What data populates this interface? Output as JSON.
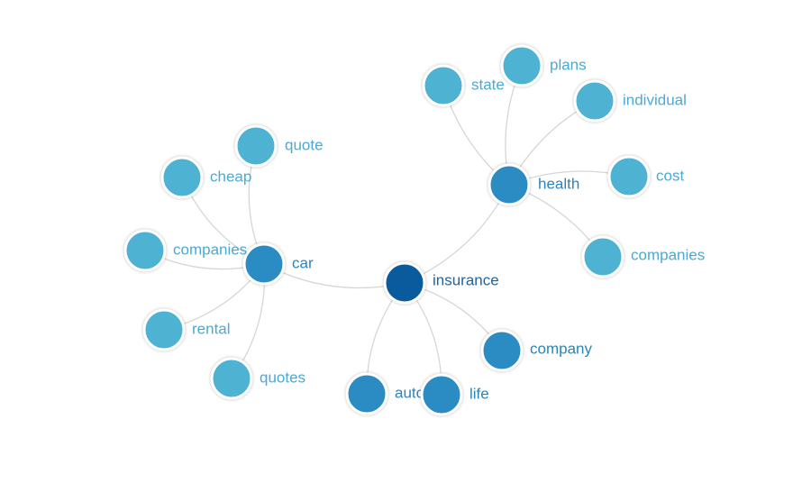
{
  "colors": {
    "root": "#0a5a9e",
    "primary": "#2b8cc4",
    "secondary": "#4eb3d3",
    "root_label": "#1a65a8",
    "primary_label": "#2b84bd",
    "secondary_label": "#4aaad6",
    "link": "#d6d6d6"
  },
  "graph": {
    "nodes": [
      {
        "id": "insurance",
        "label": "insurance",
        "level": "root"
      },
      {
        "id": "health",
        "label": "health",
        "level": "primary"
      },
      {
        "id": "car",
        "label": "car",
        "level": "primary"
      },
      {
        "id": "company",
        "label": "company",
        "level": "primary"
      },
      {
        "id": "auto",
        "label": "auto",
        "level": "primary"
      },
      {
        "id": "life",
        "label": "life",
        "level": "primary"
      },
      {
        "id": "state",
        "label": "state",
        "level": "secondary"
      },
      {
        "id": "plans",
        "label": "plans",
        "level": "secondary"
      },
      {
        "id": "individual",
        "label": "individual",
        "level": "secondary"
      },
      {
        "id": "cost",
        "label": "cost",
        "level": "secondary"
      },
      {
        "id": "health-companies",
        "label": "companies",
        "level": "secondary"
      },
      {
        "id": "quote",
        "label": "quote",
        "level": "secondary"
      },
      {
        "id": "cheap",
        "label": "cheap",
        "level": "secondary"
      },
      {
        "id": "car-companies",
        "label": "companies",
        "level": "secondary"
      },
      {
        "id": "rental",
        "label": "rental",
        "level": "secondary"
      },
      {
        "id": "quotes",
        "label": "quotes",
        "level": "secondary"
      }
    ],
    "links": [
      {
        "source": "insurance",
        "target": "health"
      },
      {
        "source": "insurance",
        "target": "car"
      },
      {
        "source": "insurance",
        "target": "company"
      },
      {
        "source": "insurance",
        "target": "auto"
      },
      {
        "source": "insurance",
        "target": "life"
      },
      {
        "source": "health",
        "target": "state"
      },
      {
        "source": "health",
        "target": "plans"
      },
      {
        "source": "health",
        "target": "individual"
      },
      {
        "source": "health",
        "target": "cost"
      },
      {
        "source": "health",
        "target": "health-companies"
      },
      {
        "source": "car",
        "target": "quote"
      },
      {
        "source": "car",
        "target": "cheap"
      },
      {
        "source": "car",
        "target": "car-companies"
      },
      {
        "source": "car",
        "target": "rental"
      },
      {
        "source": "car",
        "target": "quotes"
      }
    ]
  }
}
